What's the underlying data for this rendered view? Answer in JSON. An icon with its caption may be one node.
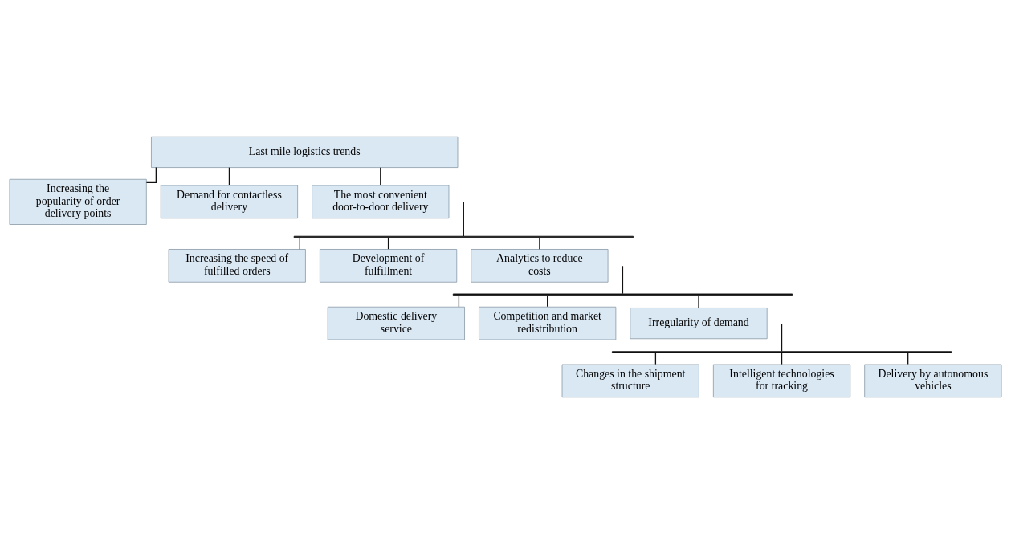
{
  "diagram": {
    "nodes": [
      {
        "text": [
          "Last mile logistics trends"
        ]
      },
      {
        "text": [
          "Increasing the popularity of order delivery points"
        ]
      },
      {
        "text": [
          "Demand for contactless delivery"
        ]
      },
      {
        "text": [
          "The most convenient door-to-door delivery"
        ]
      },
      {
        "text": [],
        "shape": "bar"
      },
      {
        "text": [
          "Increasing the speed of fulfilled orders"
        ]
      },
      {
        "text": [
          "Development of fulfillment"
        ]
      },
      {
        "text": [
          "Analytics to reduce costs"
        ]
      },
      {
        "text": [],
        "shape": "bar"
      },
      {
        "text": [
          "Domestic delivery service"
        ]
      },
      {
        "text": [
          "Competition and market redistribution"
        ]
      },
      {
        "text": [
          "Irregularity of demand"
        ]
      },
      {
        "text": [],
        "shape": "bar"
      },
      {
        "text": [
          "Changes in the shipment structure"
        ]
      },
      {
        "text": [
          "Intelligent technologies for tracking"
        ]
      },
      {
        "text": [
          "Delivery by autonomous vehicles"
        ]
      }
    ],
    "edges": [
      {
        "from": 0,
        "to": 1,
        "arrow": "none"
      },
      {
        "from": 0,
        "to": 2,
        "arrow": "none"
      },
      {
        "from": 0,
        "to": 3,
        "arrow": "none"
      },
      {
        "from": null,
        "to": 4,
        "arrow": "none"
      },
      {
        "from": 4,
        "to": 5,
        "arrow": "none"
      },
      {
        "from": 4,
        "to": 6,
        "arrow": "none"
      },
      {
        "from": 4,
        "to": 7,
        "arrow": "none"
      },
      {
        "from": null,
        "to": 8,
        "arrow": "none"
      },
      {
        "from": 8,
        "to": 9,
        "arrow": "none"
      },
      {
        "from": 8,
        "to": 10,
        "arrow": "none"
      },
      {
        "from": 8,
        "to": 11,
        "arrow": "none"
      },
      {
        "from": null,
        "to": 12,
        "arrow": "none"
      },
      {
        "from": 12,
        "to": 13,
        "arrow": "none"
      },
      {
        "from": 12,
        "to": 14,
        "arrow": "none"
      },
      {
        "from": 12,
        "to": 15,
        "arrow": "none"
      }
    ]
  }
}
